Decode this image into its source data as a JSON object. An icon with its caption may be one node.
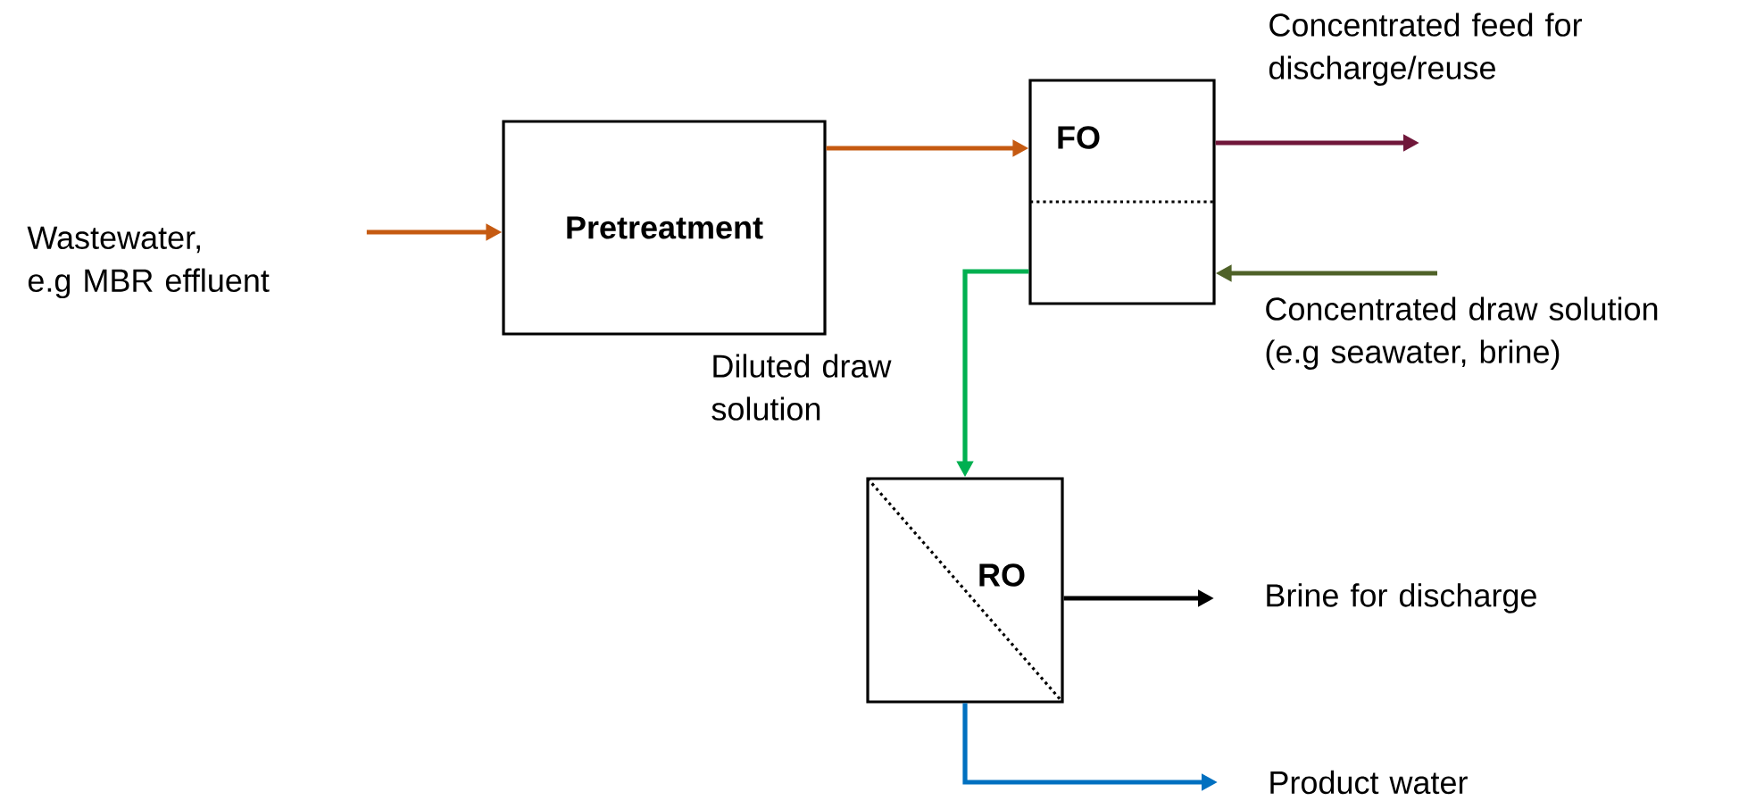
{
  "diagram": {
    "nodes": [
      {
        "text": [
          "Wastewater, e.g MBR effluent"
        ]
      },
      {
        "text": [
          "Pretreatment"
        ]
      },
      {
        "text": [
          "FO"
        ]
      },
      {
        "text": [
          "Concentrated feed for discharge/reuse"
        ]
      },
      {
        "text": [
          "Concentrated draw solution (e.g seawater, brine)"
        ]
      },
      {
        "text": [
          "RO"
        ]
      },
      {
        "text": [
          "Brine for discharge"
        ]
      },
      {
        "text": [
          "Product water"
        ]
      }
    ],
    "edges": [
      {
        "from": 0,
        "to": 1,
        "arrow": "to",
        "color": "#c55a11"
      },
      {
        "from": 1,
        "to": 2,
        "arrow": "to",
        "color": "#c55a11"
      },
      {
        "from": 2,
        "to": 3,
        "arrow": "to",
        "color": "#70173a"
      },
      {
        "from": 4,
        "to": 2,
        "arrow": "to",
        "color": "#4f6228"
      },
      {
        "from": 2,
        "to": 5,
        "arrow": "to",
        "color": "#00b050",
        "label": "Diluted draw solution"
      },
      {
        "from": 5,
        "to": 6,
        "arrow": "to",
        "color": "#000000"
      },
      {
        "from": 5,
        "to": 7,
        "arrow": "to",
        "color": "#0070c0"
      }
    ]
  }
}
